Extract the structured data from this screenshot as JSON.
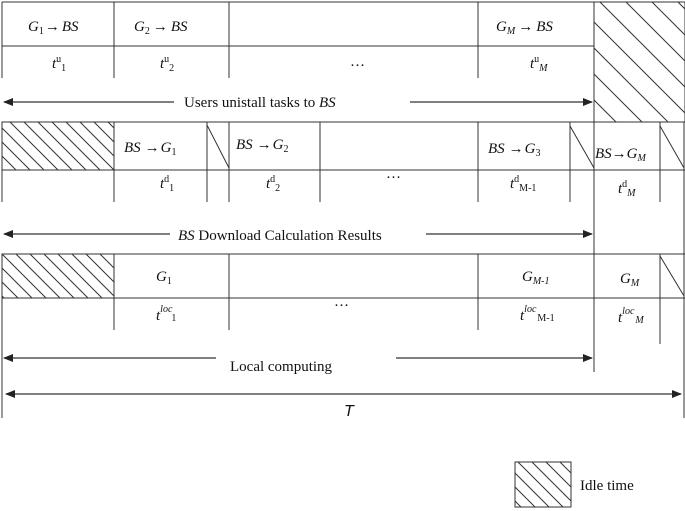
{
  "upload_row": {
    "cells": [
      {
        "top": [
          "G",
          "1",
          "→",
          "BS"
        ],
        "bottom": [
          "t",
          "u",
          "1"
        ]
      },
      {
        "top": [
          "G",
          "2",
          "→",
          "BS"
        ],
        "bottom": [
          "t",
          "u",
          "2"
        ]
      },
      {
        "top": [
          "…"
        ]
      },
      {
        "top": [
          "G",
          "M",
          "→",
          "BS"
        ],
        "bottom": [
          "t",
          "u",
          "M"
        ]
      }
    ],
    "arrow_label": "Users unistall tasks to",
    "arrow_label_target": "BS"
  },
  "download_row": {
    "cells": [
      {
        "top": [
          "BS",
          "→",
          "G",
          "1"
        ],
        "bottom": [
          "t",
          "d",
          "1"
        ]
      },
      {
        "top": [
          "BS",
          "→",
          "G",
          "2"
        ],
        "bottom": [
          "t",
          "d",
          "2"
        ]
      },
      {
        "top": [
          "…"
        ]
      },
      {
        "top": [
          "BS",
          "→",
          "G",
          "3"
        ],
        "bottom": [
          "t",
          "d",
          "M-1"
        ]
      },
      {
        "top": [
          "BS",
          "→",
          "G",
          "M"
        ],
        "bottom": [
          "t",
          "d",
          "M"
        ]
      }
    ],
    "arrow_label_prefix": "BS",
    "arrow_label": "Download Calculation Results"
  },
  "local_row": {
    "cells": [
      {
        "top": [
          "G",
          "1"
        ],
        "bottom": [
          "t",
          "loc",
          "1"
        ]
      },
      {
        "top": [
          "…"
        ]
      },
      {
        "top": [
          "G",
          "M-1"
        ],
        "bottom": [
          "t",
          "loc",
          "M-1"
        ]
      },
      {
        "top": [
          "G",
          "M"
        ],
        "bottom": [
          "t",
          "loc",
          "M"
        ]
      }
    ],
    "arrow_label": "Local computing"
  },
  "total_label": "T",
  "legend": {
    "label": "Idle time"
  }
}
